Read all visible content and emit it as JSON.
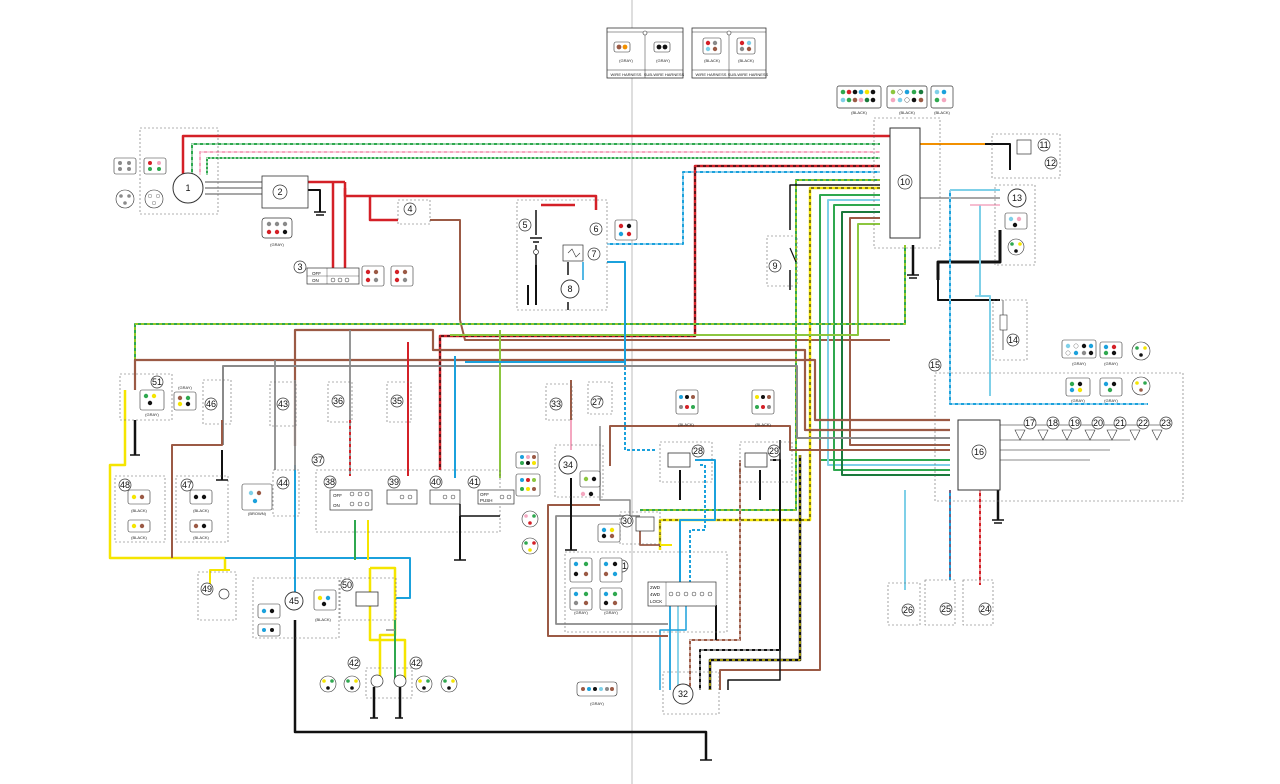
{
  "diagram": {
    "legend_left": {
      "connector_labels": [
        "(GRAY)",
        "(GRAY)"
      ],
      "captions": [
        "WIRE HARNESS",
        "SUB-WIRE HARNESS"
      ]
    },
    "legend_right": {
      "connector_labels": [
        "(BLACK)",
        "(BLACK)"
      ],
      "captions": [
        "WIRE HARNESS",
        "SUB-WIRE HARNESS"
      ]
    },
    "connector_colors": {
      "top_right_1": "(BLACK)",
      "top_right_2": "(BLACK)",
      "top_right_3": "(BLACK)",
      "c2": "(GRAY)",
      "c28": "(BLACK)",
      "c29": "(BLACK)",
      "c15_1": "(GRAY)",
      "c15_2": "(GRAY)",
      "c15_3": "(GRAY)",
      "c15_4": "(GRAY)",
      "c51": "(GRAY)",
      "c51b": "(GRAY)",
      "c48": "(BLACK)",
      "c48b": "(BLACK)",
      "c47": "(BLACK)",
      "c47b": "(BLACK)",
      "c46": "(BROWN)",
      "c45": "(BLACK)",
      "c61a": "(GRAY)",
      "c61b": "(GRAY)",
      "c32": "(GRAY)"
    },
    "switch_text": {
      "s3": [
        "OFF",
        "ON"
      ],
      "s38": [
        "OFF",
        "ON"
      ],
      "s41": [
        "OFF",
        "PUSH"
      ],
      "s61": [
        "2WD",
        "4WD",
        "LOCK"
      ]
    },
    "numbers": [
      "1",
      "2",
      "3",
      "4",
      "5",
      "6",
      "7",
      "8",
      "9",
      "10",
      "11",
      "12",
      "13",
      "14",
      "15",
      "16",
      "17",
      "18",
      "19",
      "20",
      "21",
      "22",
      "23",
      "24",
      "25",
      "26",
      "27",
      "28",
      "29",
      "30",
      "31",
      "32",
      "33",
      "34",
      "35",
      "36",
      "37",
      "38",
      "39",
      "40",
      "41",
      "42",
      "43",
      "44",
      "45",
      "46",
      "47",
      "48",
      "49",
      "50",
      "51"
    ],
    "wire_colors": {
      "red": "#d42027",
      "brown": "#9b5a45",
      "black": "#111111",
      "green": "#2fa84f",
      "light_green": "#8cc63f",
      "blue": "#1ba1dc",
      "light_blue": "#7fd0e8",
      "yellow": "#f5e500",
      "orange": "#f29000",
      "pink": "#f4a7c0",
      "gray": "#8a8a8a",
      "dark_green": "#1a7a3c"
    }
  }
}
